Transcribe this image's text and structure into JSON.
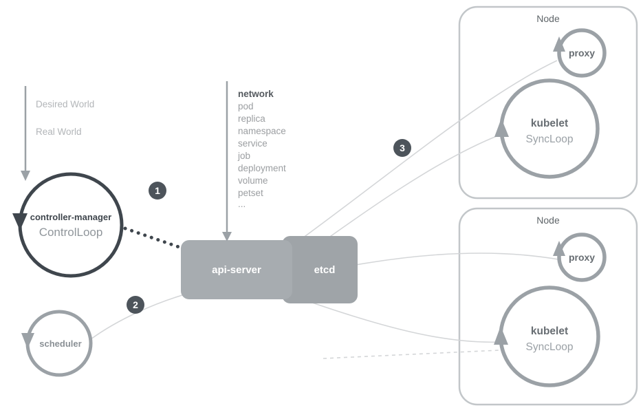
{
  "world_labels": {
    "desired": "Desired World",
    "real": "Real World"
  },
  "controller_manager": {
    "name": "controller-manager",
    "loop": "ControlLoop"
  },
  "scheduler": {
    "name": "scheduler"
  },
  "api_server": {
    "name": "api-server"
  },
  "etcd": {
    "name": "etcd"
  },
  "resources": {
    "header": "network",
    "items": [
      "pod",
      "replica",
      "namespace",
      "service",
      "job",
      "deployment",
      "volume",
      "petset",
      "..."
    ]
  },
  "steps": {
    "step1": "1",
    "step2": "2",
    "step3": "3"
  },
  "nodes": [
    {
      "title": "Node",
      "proxy": "proxy",
      "kubelet": "kubelet",
      "loop": "SyncLoop"
    },
    {
      "title": "Node",
      "proxy": "proxy",
      "kubelet": "kubelet",
      "loop": "SyncLoop"
    }
  ],
  "colors": {
    "dark": "#3f464d",
    "gray": "#9ba1a6",
    "light_text": "#b2b5b8",
    "list_text": "#9b9ea1",
    "api_server_fill": "#a7acb0",
    "etcd_fill": "#9fa4a8",
    "node_border": "#c2c6c9",
    "connector": "#d4d6d8",
    "badge_fill": "#4d545b",
    "label_white": "#ffffff"
  }
}
